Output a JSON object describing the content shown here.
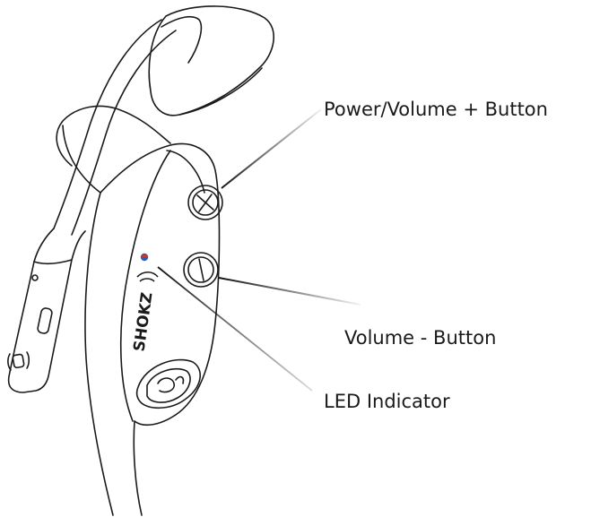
{
  "callouts": {
    "power_volume_up": "Power/Volume + Button",
    "volume_down": "Volume - Button",
    "led_indicator": "LED Indicator"
  },
  "device": {
    "brand_logo_text": "SHOKZ"
  },
  "colors": {
    "outline": "#1a1a1a",
    "led_red": "#d0342c",
    "led_blue": "#2b5fb3",
    "leader_line": "#222222"
  },
  "icons": {
    "plus_button": "plus-icon",
    "minus_button": "minus-icon",
    "charging_port": "charging-port-icon",
    "mic": "microphone-icon",
    "bottom_logo": "shokz-sound-icon"
  }
}
